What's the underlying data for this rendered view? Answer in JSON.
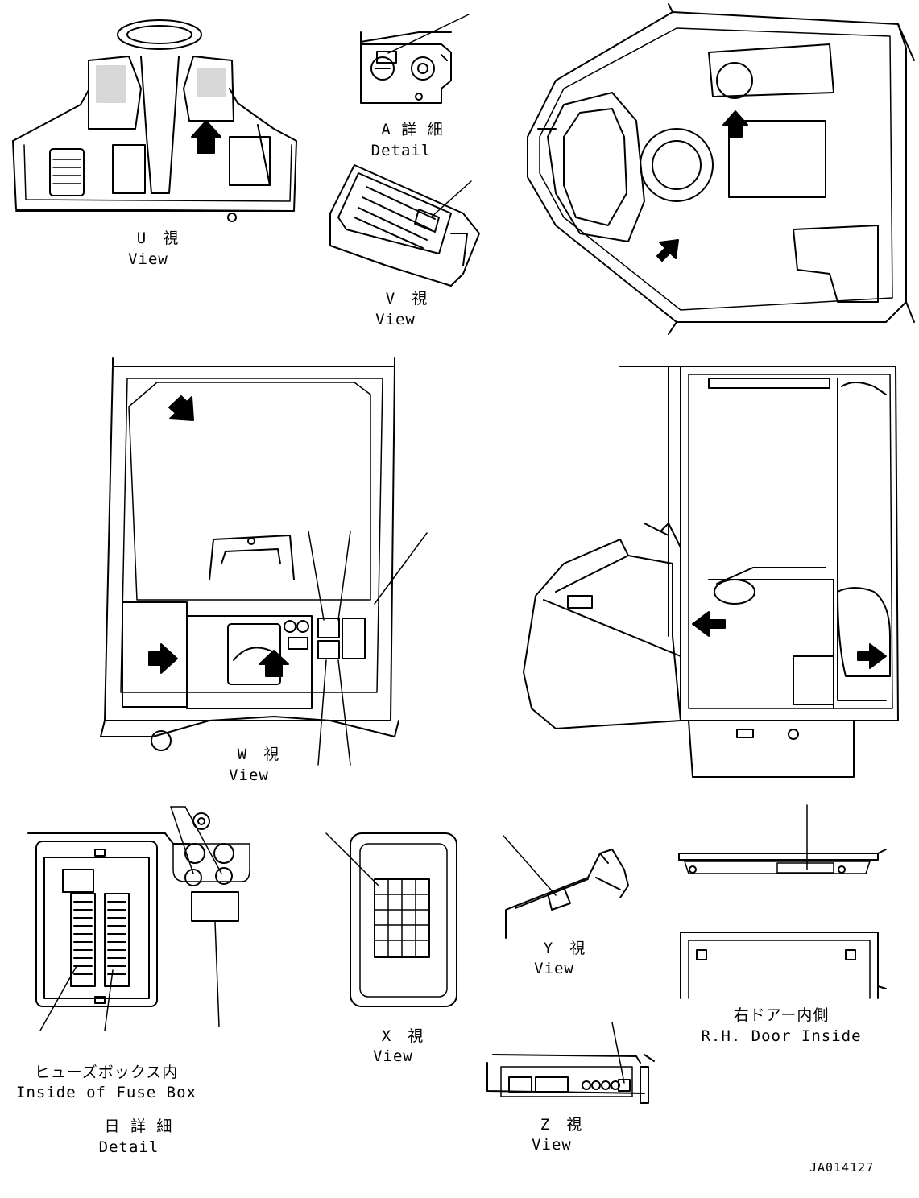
{
  "labels": {
    "u_view": {
      "jp": "U　視",
      "en": "View"
    },
    "a_detail": {
      "jp": "A 詳 細",
      "en": "Detail"
    },
    "v_view": {
      "jp": "V　視",
      "en": "View"
    },
    "w_view": {
      "jp": "W　視",
      "en": "View"
    },
    "x_view": {
      "jp": "X　視",
      "en": "View"
    },
    "y_view": {
      "jp": "Y　視",
      "en": "View"
    },
    "z_view": {
      "jp": "Z　視",
      "en": "View"
    },
    "rh_door": {
      "jp": "右ドアー内側",
      "en": "R.H. Door Inside"
    },
    "fuse_box": {
      "jp": "ヒューズボックス内",
      "en": "Inside of Fuse Box"
    },
    "b_detail": {
      "jp": "日 詳 細",
      "en": "Detail"
    }
  },
  "drawing_code": "JA014127",
  "colors": {
    "line": "#000000",
    "background": "#ffffff"
  }
}
